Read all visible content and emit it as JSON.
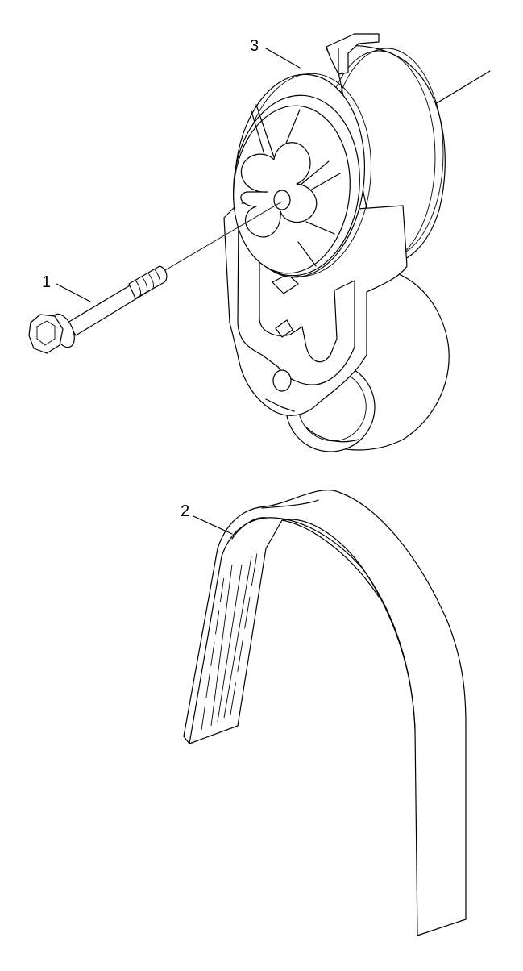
{
  "diagram": {
    "callouts": [
      {
        "id": "bolt",
        "label": "1"
      },
      {
        "id": "belt",
        "label": "2"
      },
      {
        "id": "tensioner",
        "label": "3"
      }
    ],
    "colors": {
      "line": "#000000",
      "background": "#ffffff"
    }
  }
}
